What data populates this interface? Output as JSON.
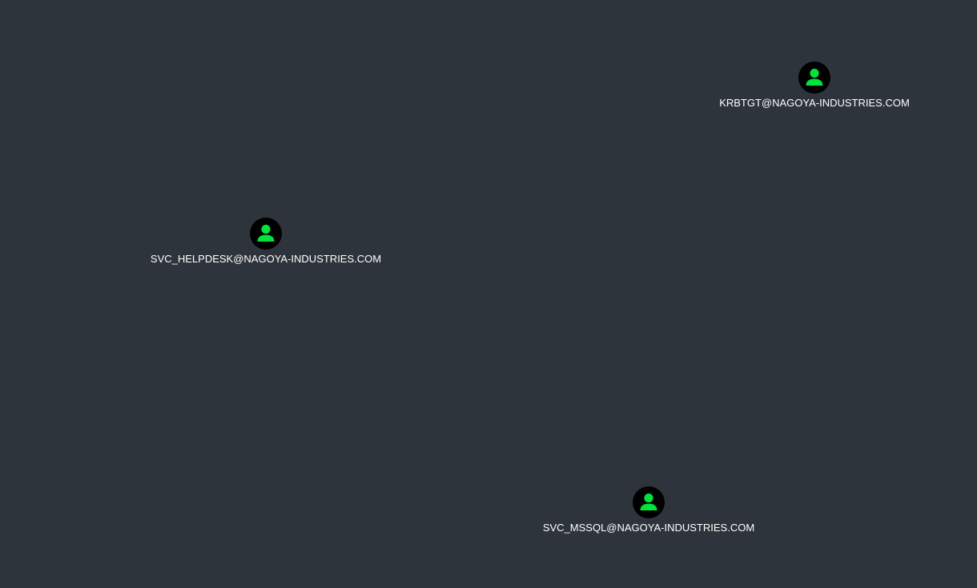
{
  "graph": {
    "nodes": [
      {
        "label": "KRBTGT@NAGOYA-INDUSTRIES.COM",
        "icon": "user-icon",
        "icon_color": "#00e33a"
      },
      {
        "label": "SVC_HELPDESK@NAGOYA-INDUSTRIES.COM",
        "icon": "user-icon",
        "icon_color": "#00e33a"
      },
      {
        "label": "SVC_MSSQL@NAGOYA-INDUSTRIES.COM",
        "icon": "user-icon",
        "icon_color": "#00e33a"
      }
    ]
  },
  "colors": {
    "background": "#2e343b",
    "node_fill": "#000000",
    "user_icon": "#00e33a",
    "label_text": "#ffffff"
  }
}
